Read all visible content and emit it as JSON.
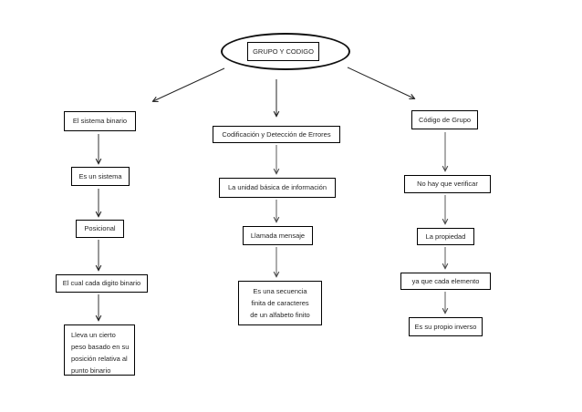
{
  "diagram": {
    "root_label": "GRUPO Y CODIGO",
    "left": {
      "n1": "El sistema binario",
      "n2": "Es un sistema",
      "n3": "Posicional",
      "n4": "El cual cada digito binario",
      "n5": [
        "Lleva un cierto",
        "peso basado en su",
        "posición relativa al",
        "punto binario"
      ]
    },
    "middle": {
      "n1": "Codificación y Detección de Errores",
      "n2": "La unidad básica de información",
      "n3": "Llamada mensaje",
      "n4": [
        "Es una secuencia",
        "finita de caracteres",
        "de un alfabeto finito"
      ]
    },
    "right": {
      "n1": "Código de Grupo",
      "n2": "No hay que verificar",
      "n3": "La propiedad",
      "n4": "ya que cada elemento",
      "n5": "Es su propio inverso"
    }
  },
  "colors": {
    "background": "#ffffff",
    "node_border": "#000000",
    "text": "#262626",
    "arrow_dark": "#262626",
    "arrow_gray": "#595959"
  }
}
